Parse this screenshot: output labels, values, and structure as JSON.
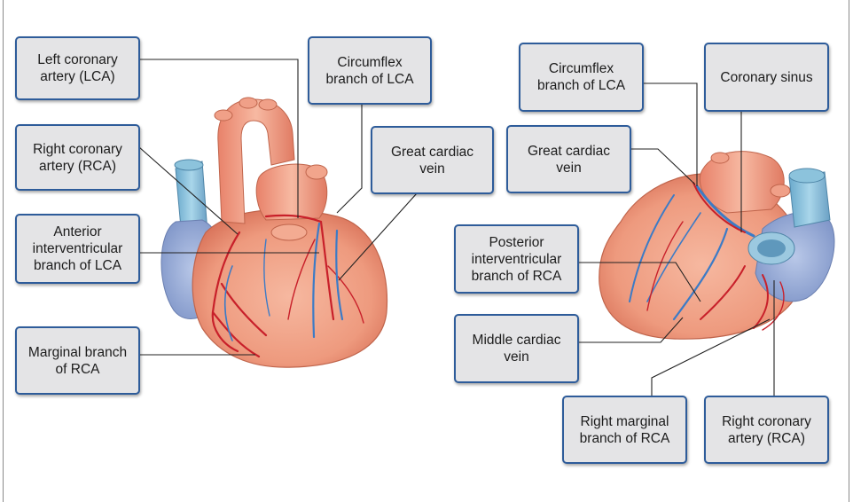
{
  "colors": {
    "box_border": "#2e5c9a",
    "box_fill": "#e4e4e6",
    "artery": "#c8202a",
    "vein": "#3c7bc6",
    "leader": "#222222"
  },
  "anterior_view": {
    "labels": {
      "lca": "Left coronary\nartery (LCA)",
      "circumflex": "Circumflex\nbranch of LCA",
      "rca": "Right coronary\nartery (RCA)",
      "great_cardiac_vein": "Great cardiac\nvein",
      "anterior_interventricular": "Anterior\ninterventricular\nbranch of LCA",
      "marginal_rca": "Marginal branch\nof RCA"
    }
  },
  "posterior_view": {
    "labels": {
      "circumflex": "Circumflex\nbranch of LCA",
      "coronary_sinus": "Coronary sinus",
      "great_cardiac_vein": "Great cardiac\nvein",
      "posterior_interventricular": "Posterior\ninterventricular\nbranch of RCA",
      "middle_cardiac_vein": "Middle cardiac\nvein",
      "right_marginal": "Right marginal\nbranch of RCA",
      "rca": "Right coronary\nartery (RCA)"
    }
  }
}
